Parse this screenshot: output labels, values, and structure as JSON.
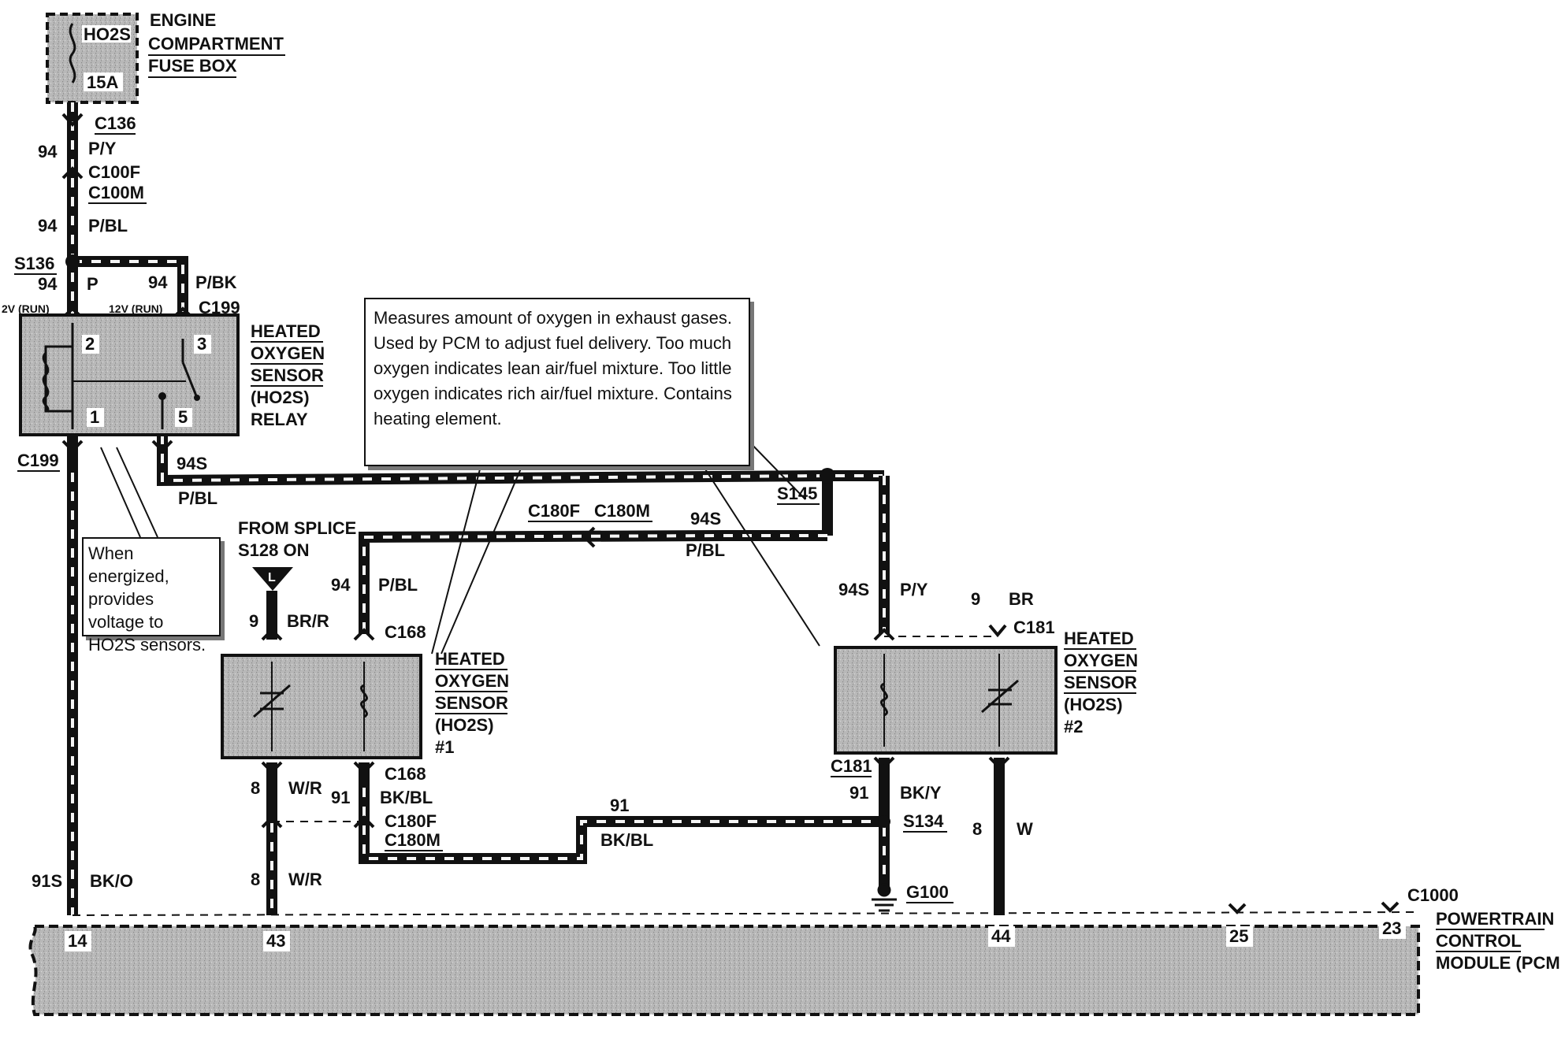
{
  "fuse_box": {
    "fuse_name": "HO2S",
    "fuse_rating": "15A",
    "title_lines": [
      "ENGINE",
      "COMPARTMENT",
      "FUSE BOX"
    ]
  },
  "relay": {
    "title_lines": [
      "HEATED",
      "OXYGEN",
      "SENSOR",
      "(HO2S)",
      "RELAY"
    ],
    "pins": [
      "2",
      "3",
      "1",
      "5"
    ],
    "voltage_left": "2V (RUN)",
    "voltage_right": "12V (RUN)"
  },
  "connectors": {
    "c136": "C136",
    "c100f": "C100F",
    "c100m": "C100M",
    "s136": "S136",
    "c199_top": "C199",
    "c199_left": "C199",
    "c180f": "C180F",
    "c180m": "C180M",
    "s145": "S145",
    "c168_top": "C168",
    "c168_bottom": "C168",
    "c180f_low": "C180F",
    "c180m_low": "C180M",
    "c181_top": "C181",
    "c181_bottom": "C181",
    "s134": "S134",
    "g100": "G100",
    "c1000": "C1000"
  },
  "wires": {
    "w94_a": "94",
    "py_a": "P/Y",
    "w94_b": "94",
    "pbl_a": "P/BL",
    "w94_c": "94",
    "p_a": "P",
    "w94_d": "94",
    "pbk_a": "P/BK",
    "w94s_a": "94S",
    "pbl_b": "P/BL",
    "w94s_b": "94S",
    "pbl_c": "P/BL",
    "w94_e": "94",
    "pbl_d": "P/BL",
    "w9_a": "9",
    "brr_a": "BR/R",
    "w94s_c": "94S",
    "py_b": "P/Y",
    "w9_b": "9",
    "br_a": "BR",
    "w8_a": "8",
    "wr_a": "W/R",
    "w91_a": "91",
    "bkbl_a": "BK/BL",
    "w91_b": "91",
    "bkbl_b": "BK/BL",
    "w91_c": "91",
    "bky_a": "BK/Y",
    "w8_b": "8",
    "w_a": "W",
    "w91s": "91S",
    "bko": "BK/O",
    "w8_c": "8",
    "wr_b": "W/R"
  },
  "splice_source": {
    "lines": [
      "FROM SPLICE",
      "S128 ON"
    ],
    "tag": "L"
  },
  "sensor1": {
    "title_lines": [
      "HEATED",
      "OXYGEN",
      "SENSOR",
      "(HO2S)",
      "#1"
    ]
  },
  "sensor2": {
    "title_lines": [
      "HEATED",
      "OXYGEN",
      "SENSOR",
      "(HO2S)",
      "#2"
    ]
  },
  "pcm": {
    "title_lines": [
      "POWERTRAIN",
      "CONTROL",
      "MODULE (PCM"
    ],
    "pins": [
      "14",
      "43",
      "44",
      "25",
      "23"
    ]
  },
  "notes": {
    "sensor": "Measures amount of oxygen in exhaust gases. Used by PCM to adjust fuel delivery. Too much oxygen indicates lean air/fuel mixture. Too little oxygen indicates rich air/fuel mixture. Contains heating element.",
    "relay": "When energized, provides voltage to HO2S sensors."
  },
  "colors": {
    "ink": "#111111",
    "component_fill": "#b4b4b4",
    "wire_dash": "#f5f5f5"
  }
}
